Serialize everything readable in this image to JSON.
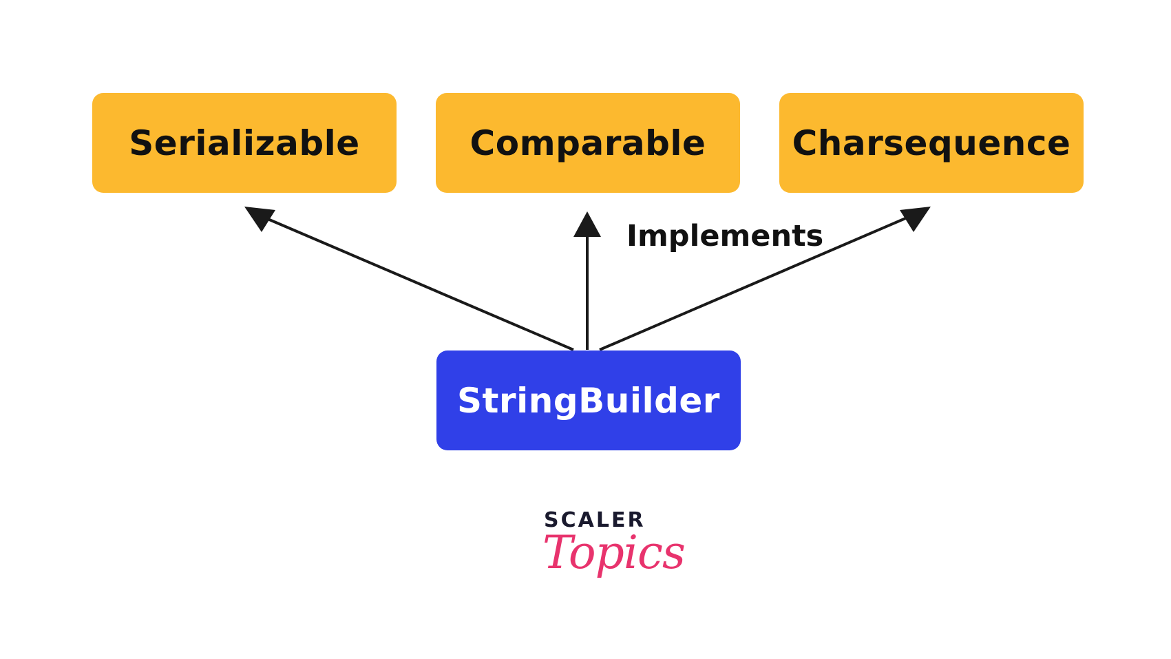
{
  "diagram": {
    "interfaces": [
      {
        "label": "Serializable"
      },
      {
        "label": "Comparable"
      },
      {
        "label": "Charsequence"
      }
    ],
    "class_node": {
      "label": "StringBuilder"
    },
    "relation_label": "Implements",
    "colors": {
      "interface_fill": "#FCB92F",
      "interface_text": "#111111",
      "class_fill": "#3040E8",
      "class_text": "#FFFFFF",
      "arrow": "#1A1A1A"
    }
  },
  "logo": {
    "top_text": "SCALER",
    "bottom_text": "Topics"
  }
}
